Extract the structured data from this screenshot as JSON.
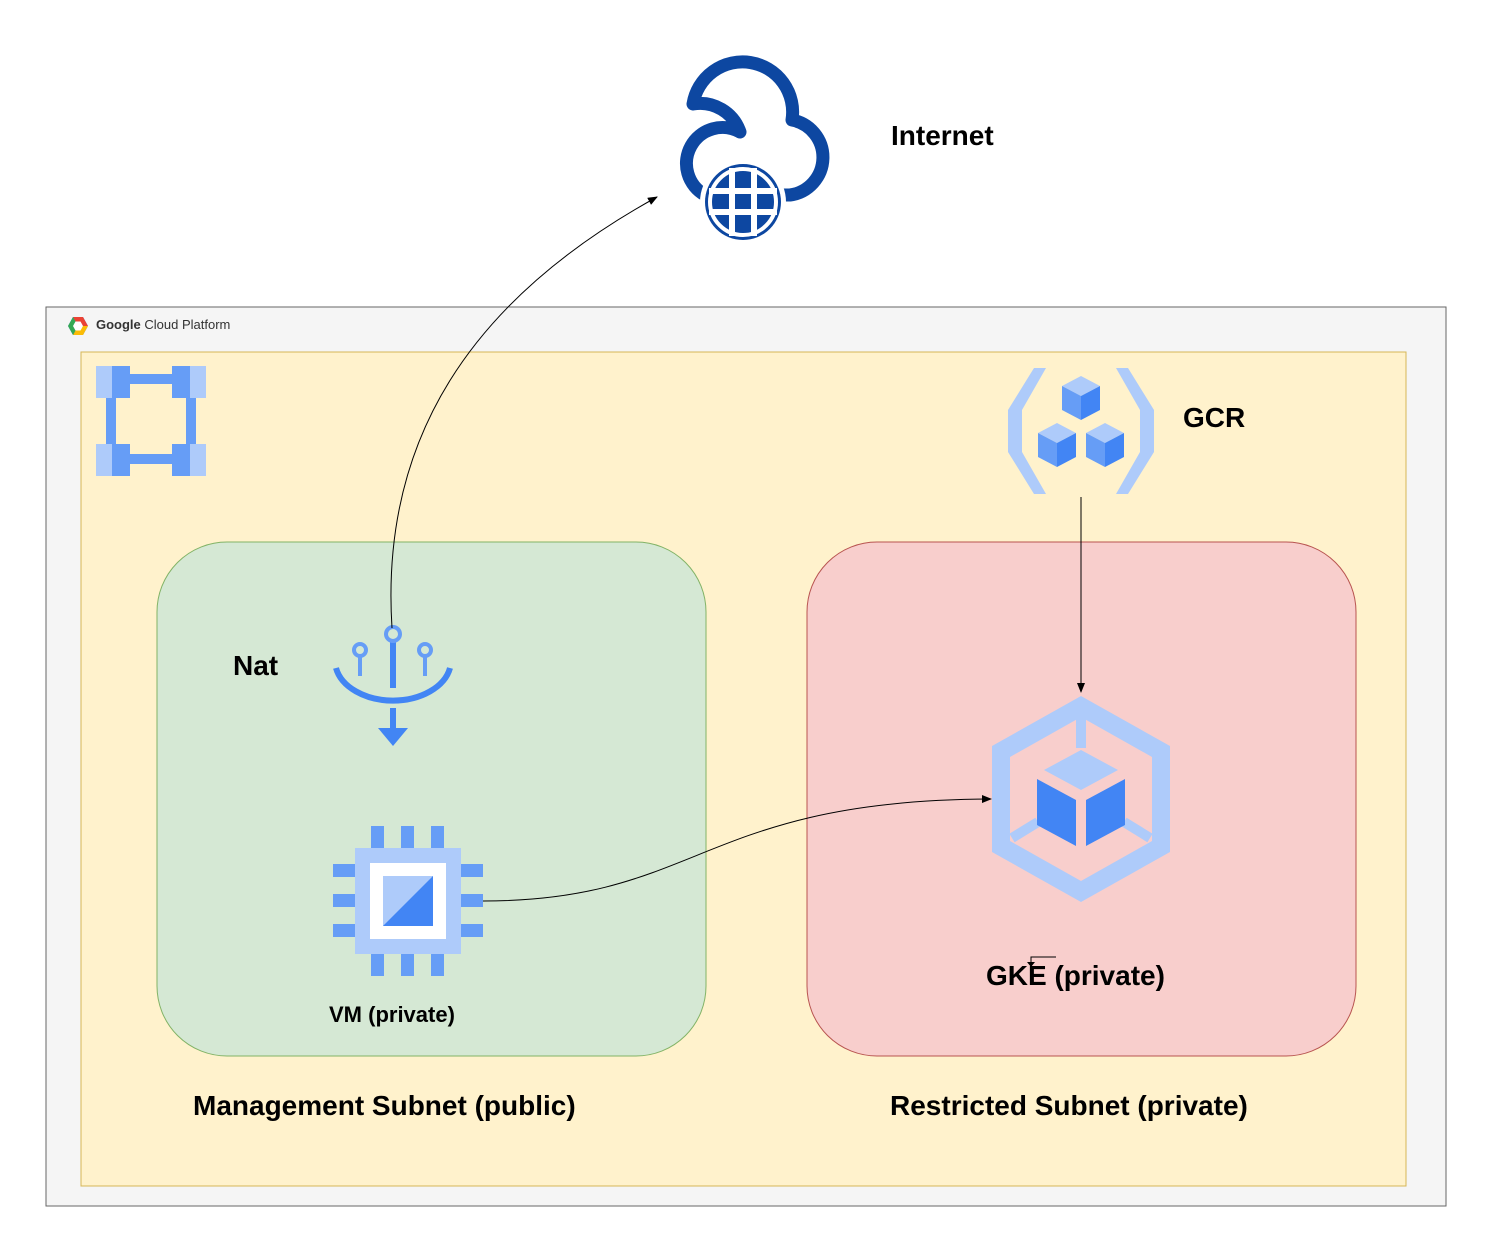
{
  "platform": {
    "brand_bold": "Google",
    "brand_rest": "Cloud Platform"
  },
  "labels": {
    "internet": "Internet",
    "gcr": "GCR",
    "nat": "Nat",
    "vm": "VM (private)",
    "gke": "GKE (private)",
    "management_subnet": "Management Subnet (public)",
    "restricted_subnet": "Restricted Subnet (private)"
  },
  "icons": {
    "internet": "cloud-globe-icon",
    "vpc": "vpc-network-icon",
    "gcr": "container-registry-icon",
    "nat": "cloud-nat-icon",
    "vm": "compute-engine-icon",
    "gke": "kubernetes-engine-icon",
    "gcp_logo": "google-cloud-logo-icon"
  },
  "colors": {
    "gcp_frame_bg": "#f5f5f5",
    "vpc_bg": "#fff2cc",
    "vpc_border": "#d6b656",
    "management_bg": "#d5e8d4",
    "management_border": "#82b366",
    "restricted_bg": "#f8cecc",
    "restricted_border": "#b85450",
    "icon_light": "#aecbfa",
    "icon_mid": "#669df6",
    "icon_dark": "#4285f4",
    "internet_blue": "#0d47a1"
  },
  "connections": [
    {
      "from": "nat",
      "to": "internet"
    },
    {
      "from": "gcr",
      "to": "gke"
    },
    {
      "from": "vm",
      "to": "gke"
    }
  ]
}
